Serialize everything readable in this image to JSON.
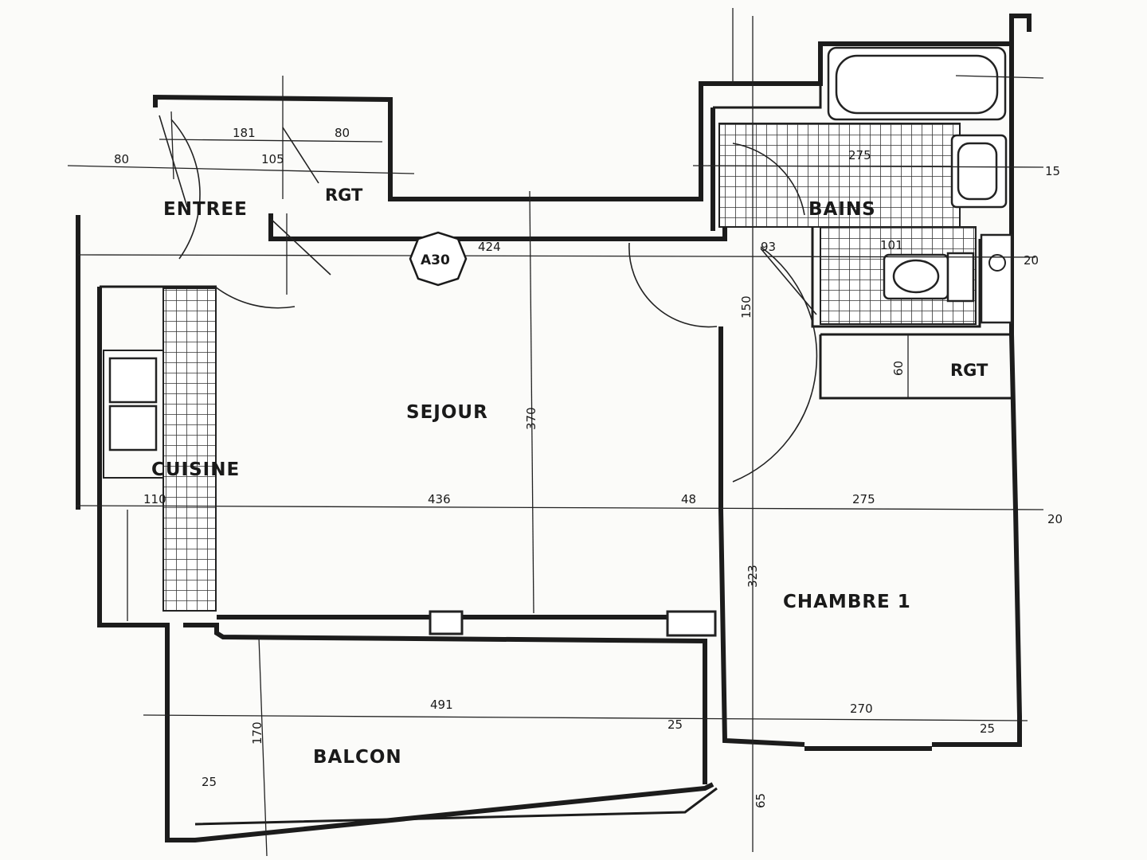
{
  "rooms": {
    "entree": "ENTREE",
    "rgt_top": "RGT",
    "sejour": "SEJOUR",
    "cuisine": "CUISINE",
    "bains": "BAINS",
    "rgt_right": "RGT",
    "chambre": "CHAMBRE 1",
    "balcon": "BALCON"
  },
  "badge": "A30",
  "dimensions": {
    "d181": "181",
    "d80a": "80",
    "d80b": "80",
    "d105": "105",
    "d424": "424",
    "d93": "93",
    "d101": "101",
    "d275a": "275",
    "d15": "15",
    "d20a": "20",
    "d436": "436",
    "d48": "48",
    "d275b": "275",
    "d20b": "20",
    "d110": "110",
    "d370": "370",
    "d150": "150",
    "d60": "60",
    "d323": "323",
    "d491": "491",
    "d270": "270",
    "d25a": "25",
    "d25b": "25",
    "d25c": "25",
    "d170": "170",
    "d65": "65"
  }
}
